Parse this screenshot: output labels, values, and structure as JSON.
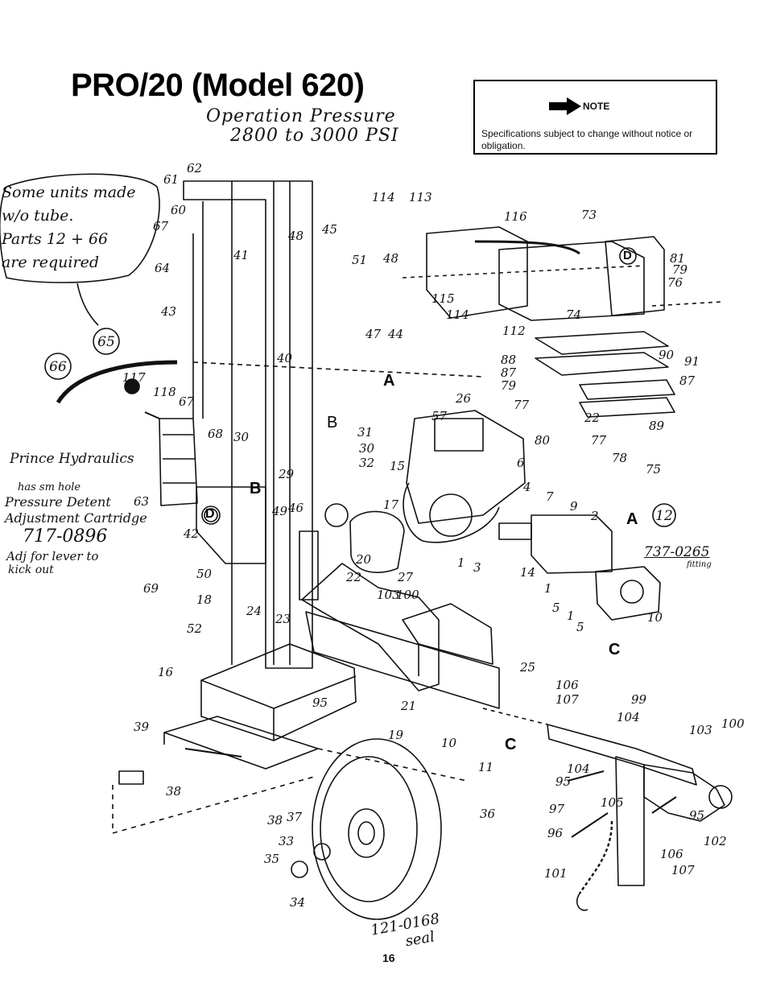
{
  "header": {
    "title": "PRO/20 (Model 620)",
    "operation_line1": "Operation Pressure",
    "operation_line2": "2800 to 3000 PSI"
  },
  "note": {
    "label": "NOTE",
    "text": "Specifications subject to change without notice or obligation."
  },
  "callout": {
    "line1": "Some units made",
    "line2": "w/o tube.",
    "line3": "Parts 12 + 66",
    "line4": "are required"
  },
  "annotations": {
    "hydraulics": "Prince Hydraulics",
    "has_hole": "has sm hole",
    "pressure_detent": "Pressure Detent",
    "adjustment": "Adjustment Cartridge",
    "part_717": "717-0896",
    "adj_lever": "Adj for lever to",
    "kick_out": "kick out",
    "part_737": "737-0265",
    "fitting": "fitting",
    "bottom_note_line1": "121-0168",
    "bottom_note_line2": "seal"
  },
  "section_letters": {
    "a_hose": "A",
    "a_fitting": "A",
    "b_top": "B",
    "b_valve": "B",
    "c_pump": "C",
    "c_filter": "C",
    "d_column": "D",
    "d_bracket": "D"
  },
  "circled_parts": [
    "65",
    "66",
    "12"
  ],
  "part_labels": [
    "62",
    "61",
    "60",
    "67",
    "64",
    "48",
    "45",
    "41",
    "43",
    "40",
    "51",
    "47",
    "44",
    "114",
    "113",
    "116",
    "73",
    "48",
    "115",
    "114",
    "112",
    "74",
    "81",
    "79",
    "76",
    "117",
    "118",
    "67",
    "68",
    "30",
    "31",
    "30",
    "32",
    "29",
    "26",
    "57",
    "15",
    "17",
    "63",
    "42",
    "49",
    "46",
    "20",
    "22",
    "27",
    "50",
    "18",
    "24",
    "23",
    "52",
    "16",
    "103",
    "100",
    "1",
    "3",
    "7",
    "9",
    "2",
    "14",
    "1",
    "5",
    "1",
    "5",
    "10",
    "6",
    "4",
    "88",
    "87",
    "79",
    "77",
    "90",
    "91",
    "87",
    "89",
    "80",
    "77",
    "78",
    "75",
    "22",
    "25",
    "21",
    "19",
    "95",
    "39",
    "38",
    "10",
    "11",
    "106",
    "107",
    "99",
    "104",
    "103",
    "100",
    "104",
    "95",
    "97",
    "105",
    "95",
    "96",
    "102",
    "106",
    "107",
    "101",
    "38",
    "37",
    "33",
    "35",
    "34",
    "36",
    "69"
  ],
  "page_number": "16"
}
